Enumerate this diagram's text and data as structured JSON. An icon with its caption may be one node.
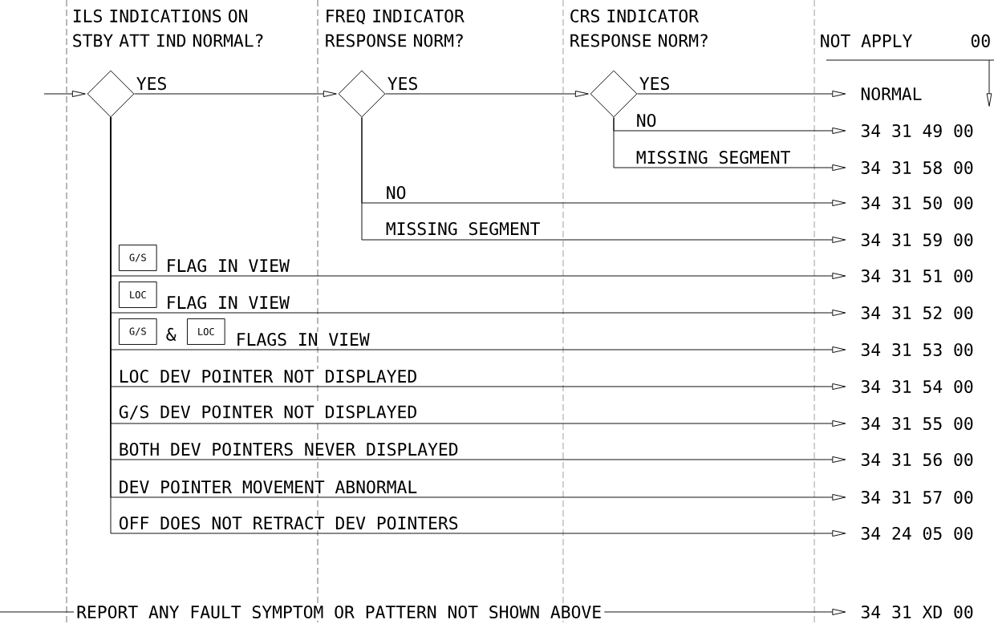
{
  "diagram": {
    "nodes": [
      {
        "text": [],
        "shape": "diamond"
      },
      {
        "text": [],
        "shape": "diamond"
      },
      {
        "text": [],
        "shape": "diamond"
      },
      {
        "text": [
          "NORMAL"
        ]
      },
      {
        "text": [
          "34 31 49 00"
        ]
      },
      {
        "text": [
          "34 31 58 00"
        ]
      },
      {
        "text": [
          "34 31 50 00"
        ]
      },
      {
        "text": [
          "34 31 59 00"
        ]
      },
      {
        "text": [
          "34 31 51 00"
        ]
      },
      {
        "text": [
          "34 31 52 00"
        ]
      },
      {
        "text": [
          "34 31 53 00"
        ]
      },
      {
        "text": [
          "34 31 54 00"
        ]
      },
      {
        "text": [
          "34 31 55 00"
        ]
      },
      {
        "text": [
          "34 31 56 00"
        ]
      },
      {
        "text": [
          "34 31 57 00"
        ]
      },
      {
        "text": [
          "34 24 05 00"
        ]
      },
      {
        "text": [
          "REPORT ANY FAULT SYMPTOM OR PATTERN NOT SHOWN ABOVE"
        ]
      },
      {
        "text": [
          "34 31 XD 00"
        ]
      }
    ],
    "edges": [
      {
        "from": null,
        "to": 0,
        "arrow": "to"
      },
      {
        "from": 0,
        "to": 1,
        "arrow": "to",
        "label": "YES"
      },
      {
        "from": 1,
        "to": 2,
        "arrow": "to",
        "label": "YES"
      },
      {
        "from": 2,
        "to": 3,
        "arrow": "to",
        "label": "YES"
      },
      {
        "from": 2,
        "to": 4,
        "arrow": "to",
        "label": "NO"
      },
      {
        "from": 2,
        "to": 5,
        "arrow": "to",
        "label": "MISSING SEGMENT"
      },
      {
        "from": 1,
        "to": 6,
        "arrow": "to",
        "label": "NO"
      },
      {
        "from": 1,
        "to": 7,
        "arrow": "to",
        "label": "MISSING SEGMENT"
      },
      {
        "from": 0,
        "to": 8,
        "arrow": "to",
        "label": "FLAG IN VIEW"
      },
      {
        "from": 0,
        "to": 9,
        "arrow": "to",
        "label": "FLAG IN VIEW"
      },
      {
        "from": 0,
        "to": 10,
        "arrow": "to",
        "label": "FLAGS IN VIEW"
      },
      {
        "from": 0,
        "to": 11,
        "arrow": "to",
        "label": "LOC DEV POINTER NOT DISPLAYED"
      },
      {
        "from": 0,
        "to": 12,
        "arrow": "to",
        "label": "G/S DEV POINTER NOT DISPLAYED"
      },
      {
        "from": 0,
        "to": 13,
        "arrow": "to",
        "label": "BOTH DEV POINTERS NEVER DISPLAYED"
      },
      {
        "from": 0,
        "to": 14,
        "arrow": "to",
        "label": "DEV POINTER MOVEMENT ABNORMAL"
      },
      {
        "from": 0,
        "to": 15,
        "arrow": "to",
        "label": "OFF DOES NOT RETRACT DEV POINTERS"
      },
      {
        "from": null,
        "to": 16,
        "arrow": "none"
      },
      {
        "from": 16,
        "to": 17,
        "arrow": "to"
      }
    ],
    "labels": [
      "ILS INDICATIONS ON STBY ATT IND NORMAL?",
      "FREQ INDICATOR RESPONSE NORM?",
      "CRS INDICATOR RESPONSE NORM?",
      "NOT APPLY",
      "00",
      "G/S",
      "LOC",
      "G/S",
      "&",
      "LOC"
    ]
  }
}
